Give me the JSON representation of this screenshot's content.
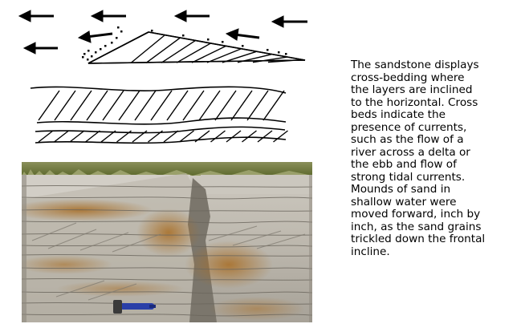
{
  "caption": {
    "text": "The sandstone displays\ncross-bedding where\nthe layers are inclined\nto the horizontal. Cross\nbeds indicate the\npresence of currents,\nsuch as the flow of a\nriver across a delta or\nthe ebb and flow of\nstrong tidal currents.\nMounds of sand in\nshallow water were\nmoved forward, inch by\ninch, as the sand grains\ntrickled down the frontal\nincline."
  },
  "colors": {
    "ink": "#000000",
    "rock_light": "#c9c6bd",
    "rock_mid": "#a9a59b",
    "rock_shadow": "#6f6a62",
    "rust_stain": "#b07a2e",
    "grass": "#6f7a3a",
    "hammer_handle": "#2a3fa8"
  },
  "figure": {
    "current_arrows": {
      "count": 7,
      "direction": "left",
      "icon": "arrow-left-icon"
    },
    "diagrams": [
      "ripple-cross-section",
      "cross-bedded-layers"
    ],
    "photo": {
      "subject": "cross-bedded sandstone outcrop",
      "scale_object": "hammer-icon"
    }
  }
}
